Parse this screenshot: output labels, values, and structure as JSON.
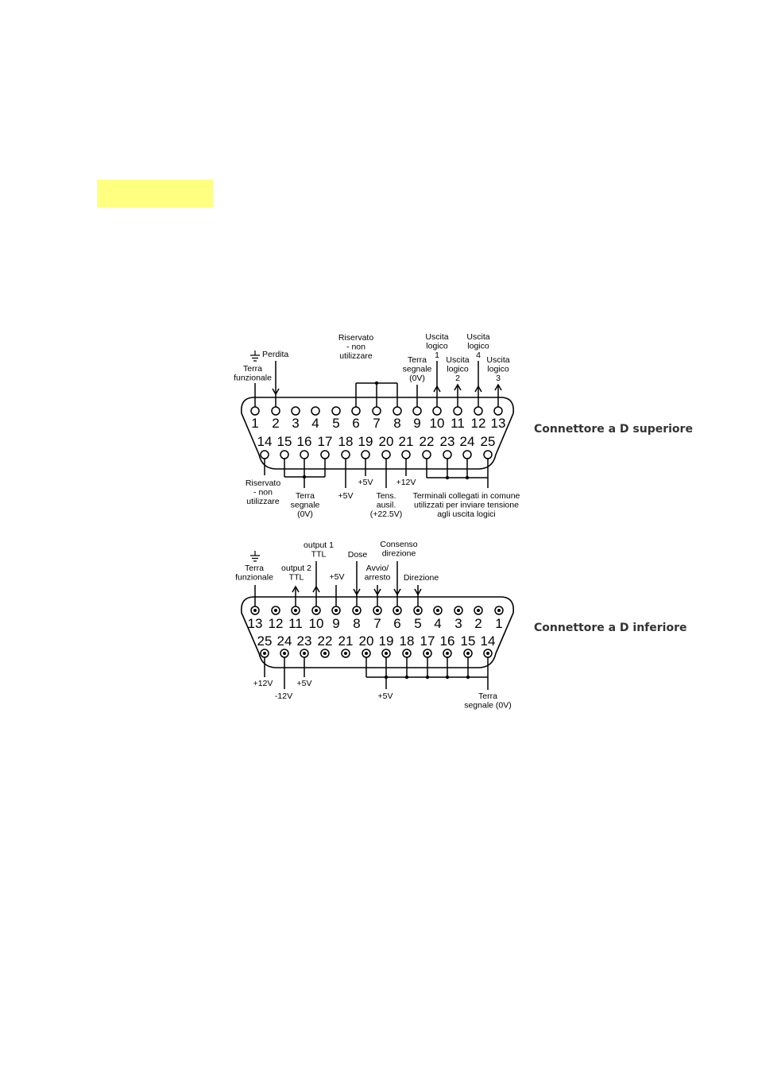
{
  "top_connector": {
    "caption": "Connettore a D superiore",
    "row1_numbers": [
      "1",
      "2",
      "3",
      "4",
      "5",
      "6",
      "7",
      "8",
      "9",
      "10",
      "11",
      "12",
      "13"
    ],
    "row2_numbers": [
      "14",
      "15",
      "16",
      "17",
      "18",
      "19",
      "20",
      "21",
      "22",
      "23",
      "24",
      "25"
    ],
    "labels": {
      "pin1": [
        "Terra",
        "funzionale"
      ],
      "pin2": "Perdita",
      "pin6_8": [
        "Riservato",
        "- non",
        "utilizzare"
      ],
      "pin9": [
        "Terra",
        "segnale",
        "(0V)"
      ],
      "pin10": [
        "Uscita",
        "logico",
        "1"
      ],
      "pin11": [
        "Uscita",
        "logico",
        "2"
      ],
      "pin12": [
        "Uscita",
        "logico",
        "4"
      ],
      "pin13": [
        "Uscita",
        "logico",
        "3"
      ],
      "pin14": [
        "Riservato",
        "- non",
        "utilizzare"
      ],
      "pin15_17": [
        "Terra",
        "segnale",
        "(0V)"
      ],
      "pin18": "+5V",
      "pin19": "+5V",
      "pin20": [
        "Tens.",
        "ausil.",
        "(+22.5V)"
      ],
      "pin21": "+12V",
      "pin22_25": [
        "Terminali collegati in comune",
        "utilizzati per inviare tensione",
        "agli uscita logici"
      ]
    }
  },
  "bottom_connector": {
    "caption": "Connettore a D inferiore",
    "row1_numbers": [
      "13",
      "12",
      "11",
      "10",
      "9",
      "8",
      "7",
      "6",
      "5",
      "4",
      "3",
      "2",
      "1"
    ],
    "row2_numbers": [
      "25",
      "24",
      "23",
      "22",
      "21",
      "20",
      "19",
      "18",
      "17",
      "16",
      "15",
      "14"
    ],
    "labels": {
      "pin13": [
        "Terra",
        "funzionale"
      ],
      "pin11": [
        "output 2",
        "TTL"
      ],
      "pin10": [
        "output 1",
        "TTL"
      ],
      "pin9": "+5V",
      "pin8": "Dose",
      "pin7": [
        "Avvio/",
        "arresto"
      ],
      "pin6": [
        "Consenso",
        "direzione"
      ],
      "pin5": "Direzione",
      "pin25": "+12V",
      "pin24": "-12V",
      "pin23": "+5V",
      "pin19": "+5V",
      "pin14": [
        "Terra",
        "segnale (0V)"
      ]
    }
  }
}
